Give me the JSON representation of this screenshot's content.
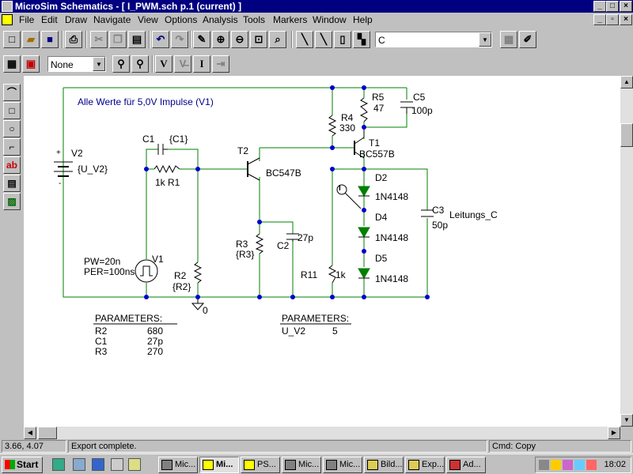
{
  "window": {
    "title": "MicroSim Schematics - [ I_PWM.sch  p.1 (current)  ]",
    "min": "_",
    "max": "□",
    "close": "×"
  },
  "menu": [
    "File",
    "Edit",
    "Draw",
    "Navigate",
    "View",
    "Options",
    "Analysis",
    "Tools",
    "Markers",
    "Window",
    "Help"
  ],
  "toolbar": {
    "part_combo_value": "C",
    "filter_combo_value": "None"
  },
  "schematic": {
    "note": "Alle Werte für 5,0V Impulse (V1)",
    "components": {
      "v2_ref": "V2",
      "v2_value": "{U_V2}",
      "v2_plus": "+",
      "v2_minus": "-",
      "c1_ref": "C1",
      "c1_value": "{C1}",
      "r1_ref": "1k  R1",
      "t2_ref": "T2",
      "t2_type": "BC547B",
      "r5_ref": "R5",
      "r5_value": "47",
      "c5_ref": "C5",
      "c5_value": "100p",
      "r4_ref": "R4",
      "r4_value": "330",
      "t1_ref": "T1",
      "t1_type": "BC557B",
      "d2_ref": "D2",
      "d2_type": "1N4148",
      "d4_ref": "D4",
      "d4_type": "1N4148",
      "d5_ref": "D5",
      "d5_type": "1N4148",
      "c3_ref": "C3",
      "c3_value": "50p",
      "c3_note": "Leitungs_C",
      "r3_ref": "R3",
      "r3_value": "{R3}",
      "c2_ref": "C2",
      "c2_value": "27p",
      "r11_ref": "R11",
      "r11_value": "1k",
      "v1_ref": "V1",
      "v1_pw": "PW=20n",
      "v1_per": "PER=100ns",
      "r2_ref": "R2",
      "r2_value": "{R2}",
      "gnd_label": "0",
      "probe_label": "I"
    },
    "params_left": {
      "header": "PARAMETERS:",
      "rows": [
        {
          "name": "R2",
          "value": "680"
        },
        {
          "name": "C1",
          "value": "27p"
        },
        {
          "name": "R3",
          "value": "270"
        }
      ]
    },
    "params_right": {
      "header": "PARAMETERS:",
      "rows": [
        {
          "name": "U_V2",
          "value": "5"
        }
      ]
    }
  },
  "status": {
    "coords": "3.66,  4.07",
    "message": "Export complete.",
    "command": "Cmd: Copy"
  },
  "taskbar": {
    "start": "Start",
    "tasks": [
      "Mic...",
      "Mi...",
      "PS...",
      "Mic...",
      "Mic...",
      "Bild...",
      "Exp...",
      "Ad..."
    ],
    "clock": "18:02"
  }
}
